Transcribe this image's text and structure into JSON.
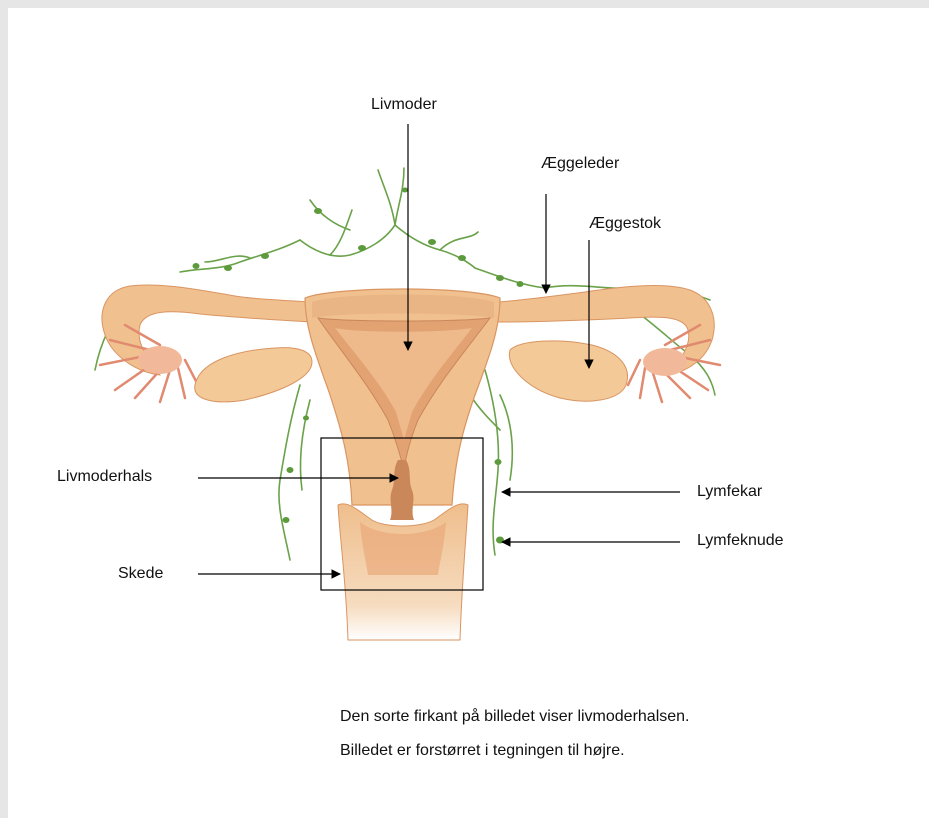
{
  "labels": {
    "uterus": "Livmoder",
    "fallopian_tube": "Æggeleder",
    "ovary": "Æggestok",
    "cervix": "Livmoderhals",
    "vagina": "Skede",
    "lymph_vessel": "Lymfekar",
    "lymph_node": "Lymfeknude"
  },
  "caption": {
    "line1": "Den sorte firkant på billedet viser livmoderhalsen.",
    "line2": "Billedet er forstørret i tegningen til højre."
  },
  "colors": {
    "tissue": "#f1c08f",
    "tissue_dark": "#d99562",
    "cavity": "#e8ad7e",
    "lymph": "#5c9a3c",
    "fringe": "#e08a70"
  }
}
